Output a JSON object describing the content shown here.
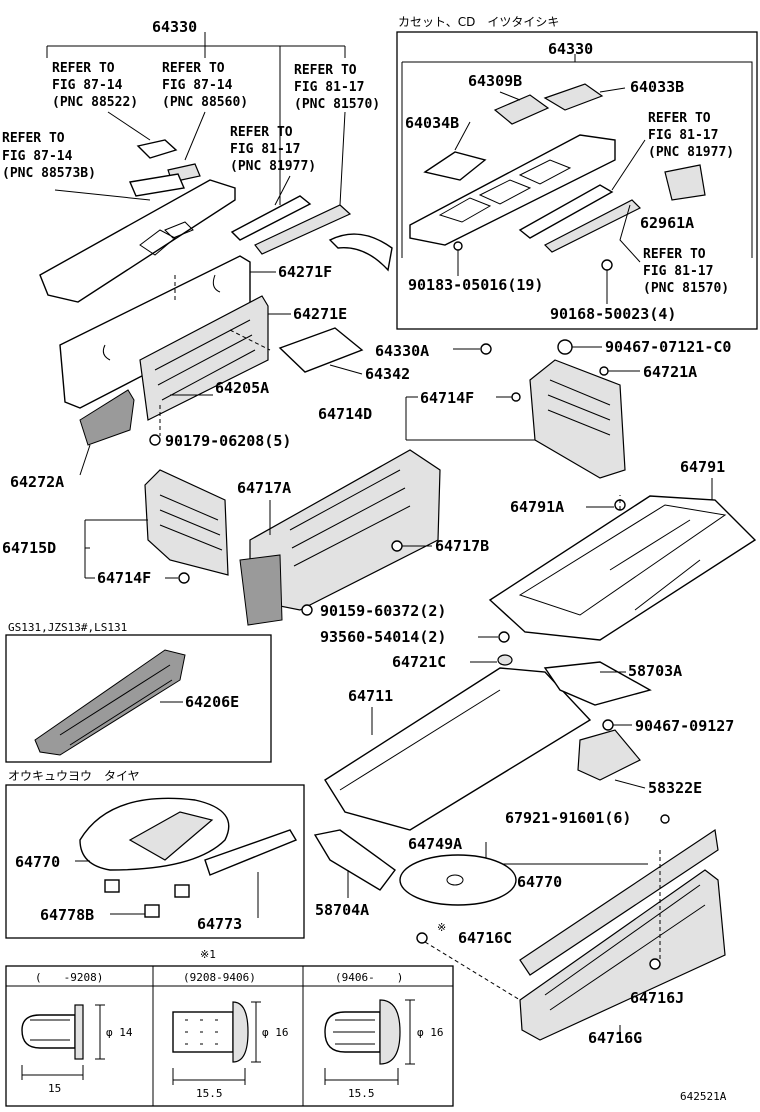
{
  "labels": {
    "p64330": "64330",
    "ref_88522_a": "REFER TO",
    "ref_88522_b": "FIG 87-14",
    "ref_88522_c": "(PNC 88522)",
    "ref_88560_a": "REFER TO",
    "ref_88560_b": "FIG 87-14",
    "ref_88560_c": "(PNC 88560)",
    "ref_81570_a": "REFER TO",
    "ref_81570_b": "FIG 81-17",
    "ref_81570_c": "(PNC 81570)",
    "ref_88573_a": "REFER TO",
    "ref_88573_b": "FIG 87-14",
    "ref_88573_c": "(PNC 88573B)",
    "ref_81977_a": "REFER TO",
    "ref_81977_b": "FIG 81-17",
    "ref_81977_c": "(PNC 81977)",
    "p64271F": "64271F",
    "p64271E": "64271E",
    "p64330A": "64330A",
    "p64342": "64342",
    "p64205A": "64205A",
    "p90179": "90179-06208(5)",
    "p64272A": "64272A",
    "p64714D": "64714D",
    "p64714F": "64714F",
    "p64721A": "64721A",
    "p90467_07121": "90467-07121-C0",
    "p64791": "64791",
    "p64791A": "64791A",
    "p64717A": "64717A",
    "p64717B": "64717B",
    "p64715D": "64715D",
    "p64714F_b": "64714F",
    "p90159": "90159-60372(2)",
    "p93560": "93560-54014(2)",
    "p64721C": "64721C",
    "p58703A": "58703A",
    "p64711": "64711",
    "p90467_09127": "90467-09127",
    "p58322E": "58322E",
    "p67921": "67921-91601(6)",
    "p64749A": "64749A",
    "p64770": "64770",
    "p58704A": "58704A",
    "p64716C": "64716C",
    "mark_note": "※",
    "p64716J": "64716J",
    "p64716G": "64716G",
    "fig_code": "642521A"
  },
  "inset_cd": {
    "title": "カセット、CD　イツタイシキ",
    "p64330": "64330",
    "p64309B": "64309B",
    "p64033B": "64033B",
    "p64034B": "64034B",
    "ref_81977_a": "REFER TO",
    "ref_81977_b": "FIG 81-17",
    "ref_81977_c": "(PNC 81977)",
    "p62961A": "62961A",
    "ref_81570_a": "REFER TO",
    "ref_81570_b": "FIG 81-17",
    "ref_81570_c": "(PNC 81570)",
    "p90183": "90183-05016(19)",
    "p90168": "90168-50023(4)"
  },
  "inset_gs": {
    "title": "GS131,JZS13#,LS131",
    "p64206E": "64206E"
  },
  "inset_spare": {
    "title": "オウキュウヨウ　タイヤ",
    "p64770": "64770",
    "p64778B": "64778B",
    "p64773": "64773"
  },
  "clips": {
    "title": "※1",
    "col1_head": "(　　-9208)",
    "col2_head": "(9208-9406)",
    "col3_head": "(9406-　　)",
    "col1_dia": "φ 14",
    "col1_len": "15",
    "col2_dia": "φ 16",
    "col2_len": "15.5",
    "col3_dia": "φ 16",
    "col3_len": "15.5"
  }
}
